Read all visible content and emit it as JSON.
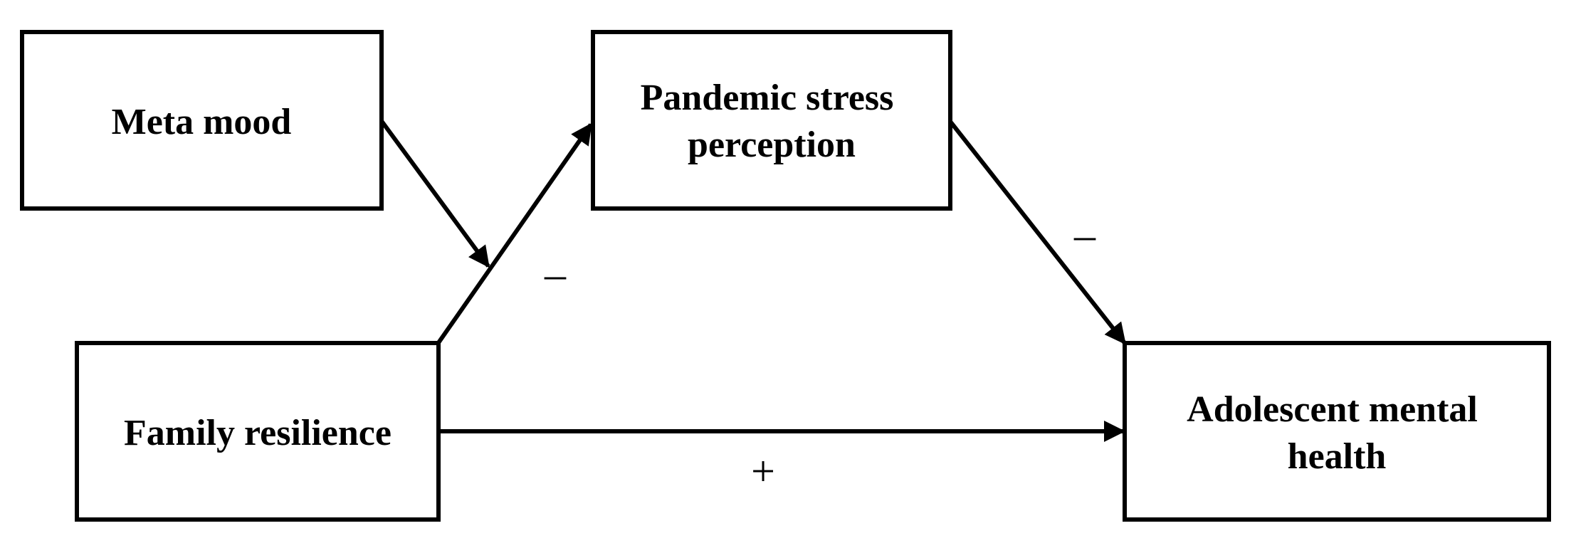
{
  "boxes": {
    "meta_mood": {
      "lines": [
        "Meta mood"
      ]
    },
    "pandemic_stress": {
      "lines": [
        "Pandemic stress",
        "perception"
      ]
    },
    "family_resilience": {
      "lines": [
        "Family resilience"
      ]
    },
    "adolescent_health": {
      "lines": [
        "Adolescent mental",
        "health"
      ]
    }
  },
  "signs": {
    "resilience_to_stress": "–",
    "stress_to_health": "–",
    "resilience_to_health": "+"
  },
  "colors": {
    "stroke": "#000000",
    "background": "#ffffff"
  }
}
